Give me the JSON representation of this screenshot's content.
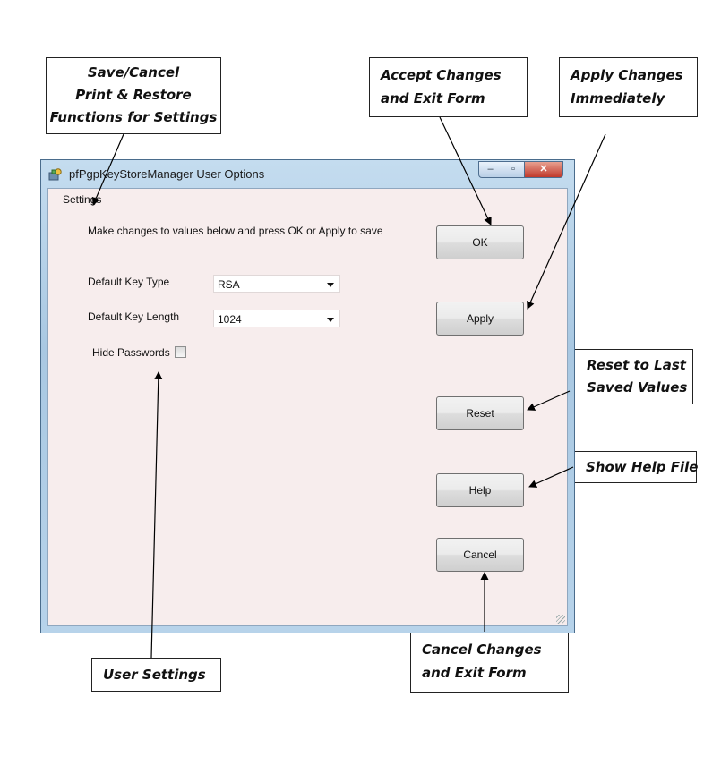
{
  "window": {
    "title": "pfPgpKeyStoreManager User Options",
    "controls": {
      "minimize": "–",
      "maximize": "▫",
      "close": "✕"
    }
  },
  "menu": {
    "settings": "Settings"
  },
  "instructions": "Make changes to values below and press OK or Apply to save",
  "fields": {
    "key_type_label": "Default Key Type",
    "key_type_value": "RSA",
    "key_length_label": "Default Key Length",
    "key_length_value": "1024",
    "hide_passwords_label": "Hide Passwords",
    "hide_passwords_checked": false
  },
  "buttons": {
    "ok": "OK",
    "apply": "Apply",
    "reset": "Reset",
    "help": "Help",
    "cancel": "Cancel"
  },
  "callouts": {
    "save_cancel": [
      "Save/Cancel",
      "Print & Restore",
      "Functions for Settings"
    ],
    "accept": [
      "Accept Changes",
      "and Exit Form"
    ],
    "apply": [
      "Apply Changes",
      "Immediately"
    ],
    "reset": [
      "Reset to Last",
      "Saved Values"
    ],
    "help": "Show Help File",
    "user_settings": "User Settings",
    "cancel": [
      "Cancel Changes",
      "and Exit Form"
    ]
  },
  "colors": {
    "client_bg": "#f7eded",
    "frame": "#b7d3ea",
    "close_button": "#c0392b"
  }
}
